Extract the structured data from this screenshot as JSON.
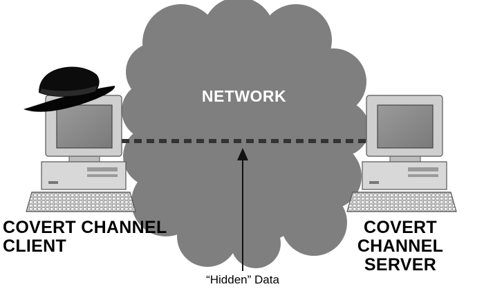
{
  "diagram": {
    "cloud": {
      "label": "NETWORK",
      "fill": "#7f7f7f",
      "label_color": "#ffffff"
    },
    "client": {
      "line1": "COVERT CHANNEL",
      "line2": "CLIENT",
      "icon": "computer-icon",
      "accessory": "fedora-hat-icon"
    },
    "server": {
      "line1": "COVERT CHANNEL",
      "line2": "SERVER",
      "icon": "computer-icon"
    },
    "channel": {
      "style": "dashed",
      "color": "#333333"
    },
    "annotation": {
      "label": "“Hidden” Data",
      "pointer": "up-arrow-icon"
    }
  }
}
